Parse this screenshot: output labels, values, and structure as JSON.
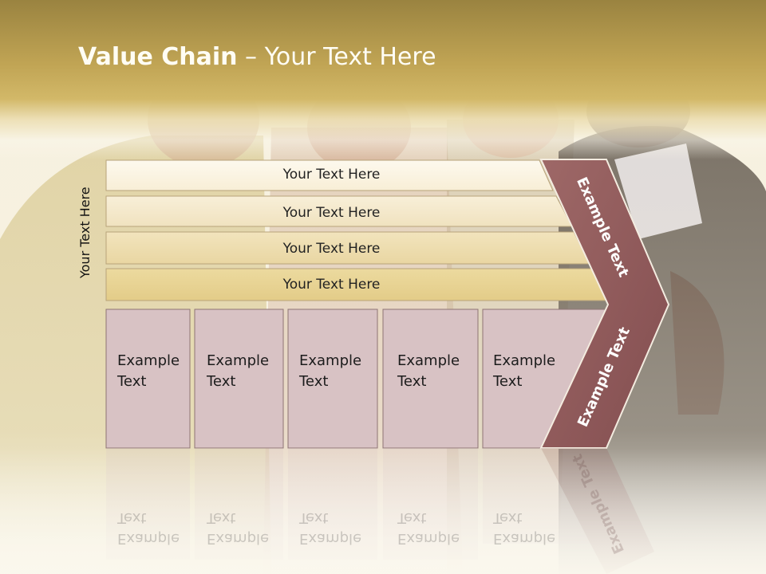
{
  "title": {
    "bold": "Value Chain",
    "rest": " – Your Text Here"
  },
  "side_label": "Your Text Here",
  "rows": [
    "Your Text Here",
    "Your Text Here",
    "Your Text Here",
    "Your Text Here"
  ],
  "cards": [
    {
      "line1": "Example",
      "line2": "Text"
    },
    {
      "line1": "Example",
      "line2": "Text"
    },
    {
      "line1": "Example",
      "line2": "Text"
    },
    {
      "line1": "Example",
      "line2": "Text"
    },
    {
      "line1": "Example",
      "line2": "Text"
    }
  ],
  "chevron": {
    "upper": "Example Text",
    "lower": "Example Text"
  },
  "colors": {
    "header": "#c0a454",
    "chevron": "#905c5c",
    "card": "#d8c2c4",
    "row_light": "#fcf4e2",
    "row_dark": "#e8d49a"
  }
}
